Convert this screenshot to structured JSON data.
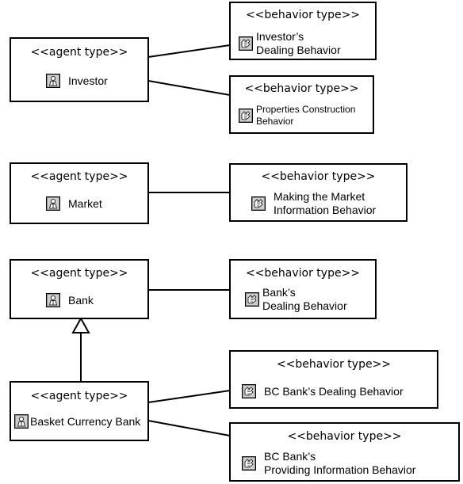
{
  "stereotypes": {
    "agent": "<<agent type>>",
    "behavior": "<<behavior type>>"
  },
  "agents": {
    "investor": {
      "name": "Investor"
    },
    "market": {
      "name": "Market"
    },
    "bank": {
      "name": "Bank"
    },
    "basket_bank": {
      "name": "Basket Currency Bank"
    }
  },
  "behaviors": {
    "investor_dealing": {
      "lines": [
        "Investor’s",
        "Dealing Behavior"
      ]
    },
    "properties_construction": {
      "lines": [
        "Properties Construction",
        "Behavior"
      ]
    },
    "market_info": {
      "lines": [
        "Making the Market",
        "Information Behavior"
      ]
    },
    "bank_dealing": {
      "lines": [
        "Bank’s",
        "Dealing Behavior"
      ]
    },
    "bc_dealing": {
      "lines": [
        "BC Bank’s Dealing Behavior"
      ]
    },
    "bc_info": {
      "lines": [
        "BC Bank’s",
        "Providing Information Behavior"
      ]
    }
  },
  "icons": {
    "agent": "agent-type-icon",
    "behavior": "behavior-type-icon"
  }
}
